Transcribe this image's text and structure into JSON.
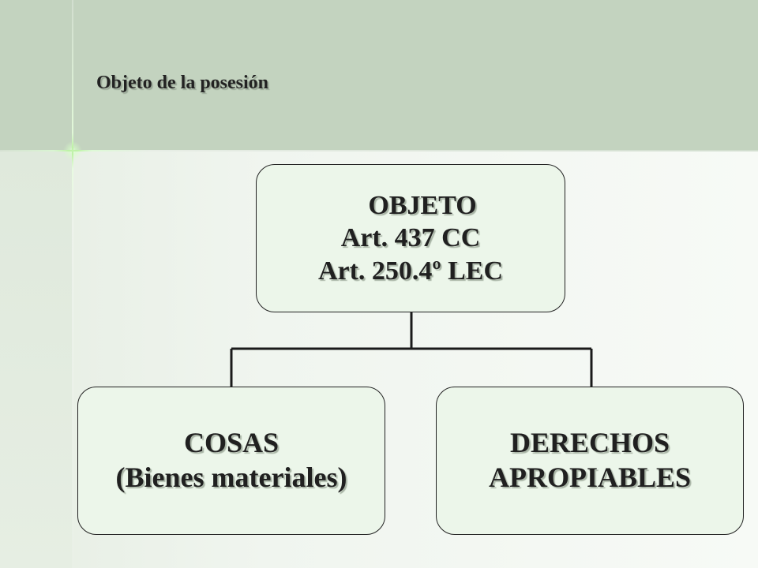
{
  "slide": {
    "title": "Objeto de la posesión"
  },
  "diagram": {
    "root": {
      "line1": "OBJETO",
      "line2": "Art. 437 CC",
      "line3": "Art. 250.4º LEC"
    },
    "children": [
      {
        "line1": "COSAS",
        "line2": "(Bienes materiales)"
      },
      {
        "line1": "DERECHOS",
        "line2": "APROPIABLES"
      }
    ]
  },
  "colors": {
    "header_band": "#c3d3bf",
    "node_fill": "#ecf6ea",
    "node_border": "#222222",
    "text": "#202020"
  }
}
